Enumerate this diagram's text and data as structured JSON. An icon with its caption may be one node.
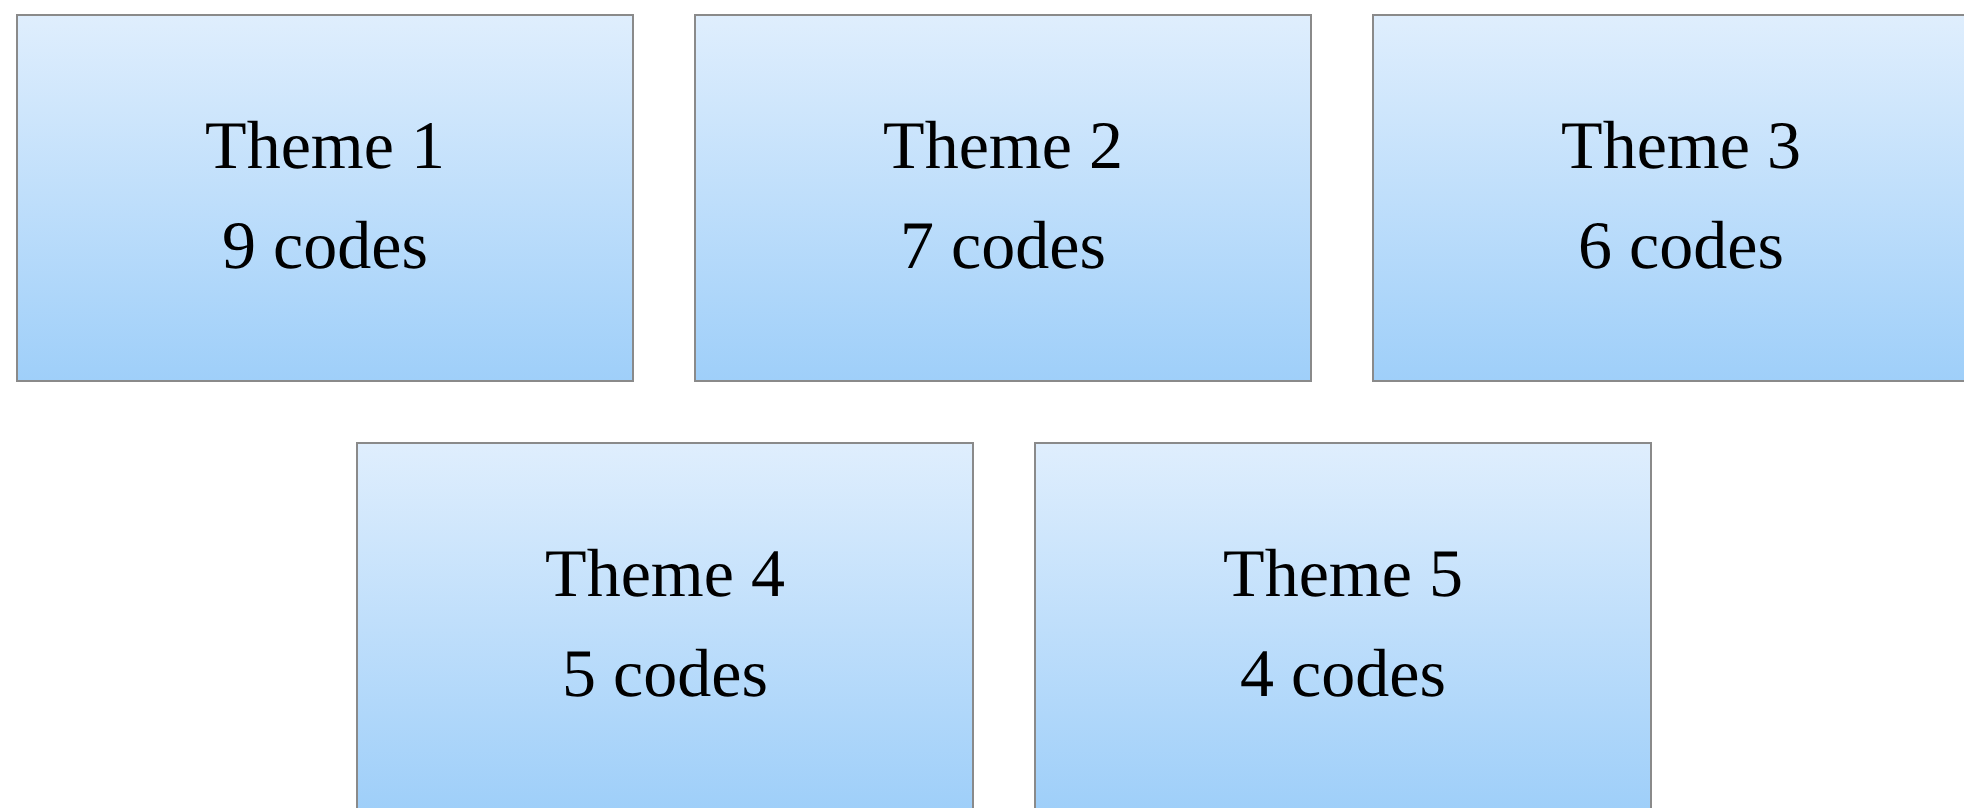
{
  "diagram": {
    "nodes": [
      {
        "text": [
          "Theme 1",
          "9 codes"
        ]
      },
      {
        "text": [
          "Theme 2",
          "7 codes"
        ]
      },
      {
        "text": [
          "Theme 3",
          "6 codes"
        ]
      },
      {
        "text": [
          "Theme 4",
          "5 codes"
        ]
      },
      {
        "text": [
          "Theme 5",
          "4 codes"
        ]
      }
    ]
  }
}
